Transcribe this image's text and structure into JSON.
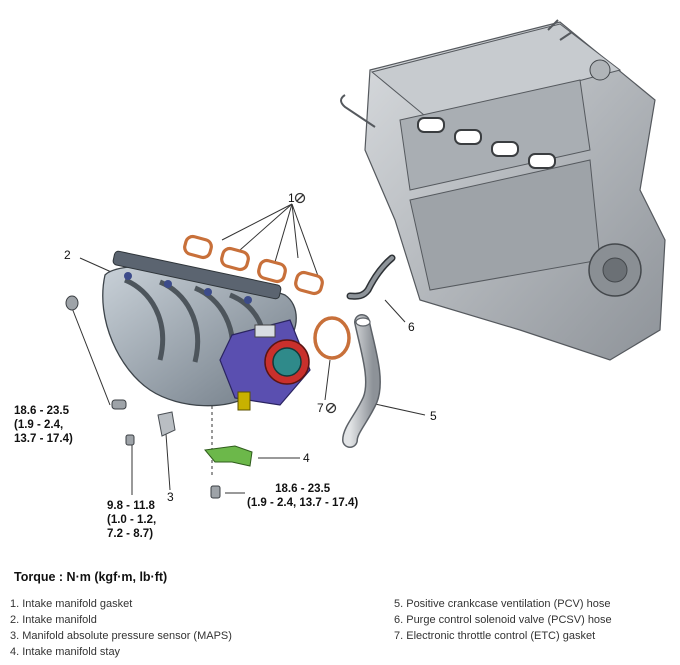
{
  "callouts": {
    "c1": "1",
    "c2": "2",
    "c3": "3",
    "c4": "4",
    "c5": "5",
    "c6": "6",
    "c7": "7"
  },
  "torque_specs": {
    "manifold_bolt": [
      "18.6 - 23.5",
      "(1.9 - 2.4,",
      "13.7 - 17.4)"
    ],
    "maps_bolt": [
      "9.8 - 11.8",
      "(1.0 - 1.2,",
      "7.2 - 8.7)"
    ],
    "stay_bolt": [
      "18.6 - 23.5",
      "(1.9 - 2.4, 13.7 - 17.4)"
    ]
  },
  "torque_unit_label": "Torque : N·m (kgf·m, lb·ft)",
  "legend": {
    "left": [
      "1. Intake manifold gasket",
      "2. Intake manifold",
      "3. Manifold absolute pressure sensor (MAPS)",
      "4. Intake manifold stay"
    ],
    "right": [
      "5. Positive crankcase ventilation (PCV) hose",
      "6. Purge control solenoid valve (PCSV) hose",
      "7. Electronic throttle control (ETC) gasket"
    ]
  },
  "icons": [
    "no-reuse-icon"
  ],
  "colors": {
    "gasket": "#c8703a",
    "manifold": "#9aa7b3",
    "throttle_body": "#5a4fb0",
    "throttle_red": "#c9302c",
    "stay": "#6cb84a",
    "engine": "#b9bdc2"
  }
}
